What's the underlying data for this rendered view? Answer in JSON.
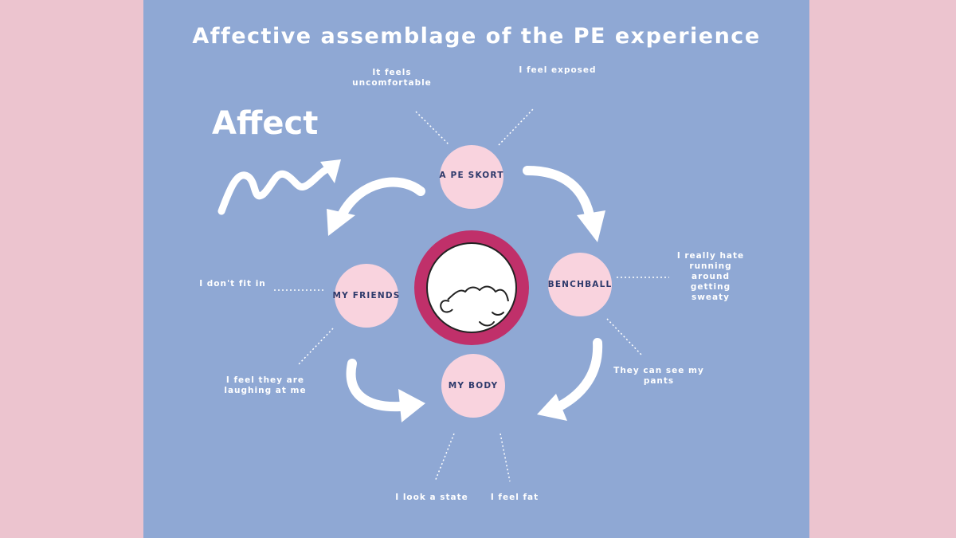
{
  "title": "Affective assemblage of the PE experience",
  "side_label": "Affect",
  "colors": {
    "page_bg": "#ecc4cf",
    "panel_bg": "#8fa8d4",
    "node_fill": "#f9d3de",
    "ring": "#c0306a",
    "node_text": "#2e3a6b",
    "text": "#ffffff"
  },
  "nodes": {
    "skort": "A PE SKORT",
    "benchball": "BENCHBALL",
    "body": "MY BODY",
    "friends": "MY FRIENDS"
  },
  "center_icon": "sleeping-face-icon",
  "notes": {
    "uncomfortable": "It feels\nuncomfortable",
    "exposed": "I feel exposed",
    "hate_running": "I really hate\nrunning\naround\ngetting\nsweaty",
    "pants": "They can see my\npants",
    "fat": "I feel fat",
    "state": "I look a state",
    "laughing": "I feel they are\nlaughing at me",
    "fit_in": "I don't fit in"
  }
}
